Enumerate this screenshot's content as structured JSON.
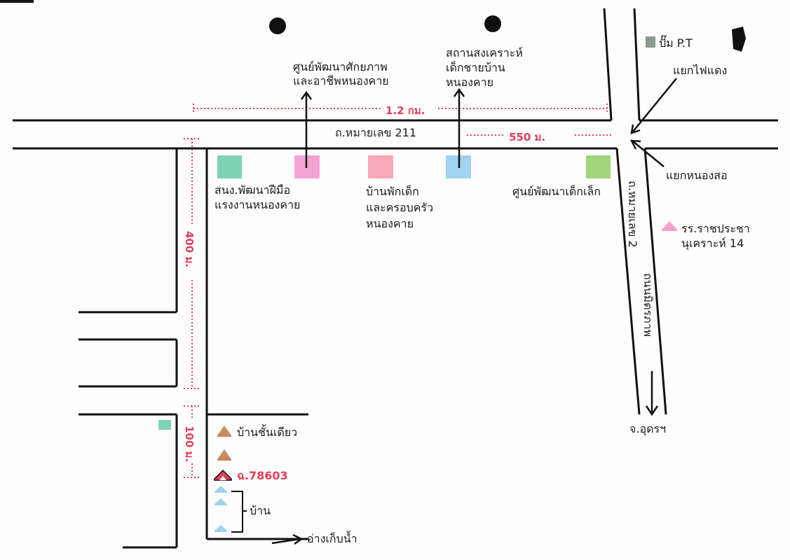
{
  "map": {
    "roads": {
      "highway_211": "ถ.หมายเลข 211",
      "highway_2": "ถ.หมายเลข 2",
      "mittraphap": "ถนนมิตรภาพ"
    },
    "distances": {
      "d_1_2km": "1.2 กม.",
      "d_550m": "550 ม.",
      "d_400m": "400 ม.",
      "d_100m": "100 ม."
    },
    "intersections": {
      "traffic_light": "แยกไฟแดง",
      "nong_so": "แยกหนองสอ"
    },
    "destinations": {
      "udon": "จ.อุดรฯ",
      "reservoir": "อ่างเก็บน้ำ"
    },
    "places": {
      "gas_station": "ปั๊ม P.T",
      "skill_dev_line1": "สนง.พัฒนาฝีมือ",
      "skill_dev_line2": "แรงงานหนองคาย",
      "potential_center_line1": "ศูนย์พัฒนาศักยภาพ",
      "potential_center_line2": "และอาชีพหนองคาย",
      "child_shelter_line1": "บ้านพักเด็ก",
      "child_shelter_line2": "และครอบครัว",
      "child_shelter_line3": "หนองคาย",
      "boys_home_line1": "สถานสงเคราะห์",
      "boys_home_line2": "เด็กชายบ้าน",
      "boys_home_line3": "หนองคาย",
      "child_dev_center": "ศูนย์พัฒนาเด็กเล็ก",
      "school_line1": "รร.ราชประชา",
      "school_line2": "นุเคราะห์ 14",
      "single_storey_house": "บ้านชั้นเดียว",
      "target_house": "ฉ.78603",
      "houses": "บ้าน"
    },
    "colors": {
      "road_line": "#111111",
      "distance_red": "#e0405a",
      "skill_dev": "#7fd3b5",
      "potential_center": "#f5a3d4",
      "child_shelter": "#f7a9b8",
      "boys_home": "#9fd3f0",
      "child_dev_center": "#a3d47a",
      "gas_station": "#8a9a8d",
      "school": "#f2a3c6",
      "house_brown": "#c98a5e",
      "target_house": "#e0405a",
      "house_blue": "#9fd3f0"
    },
    "icons": [
      "square-marker-icon",
      "house-icon",
      "arrow-icon",
      "black-dot-icon"
    ]
  }
}
